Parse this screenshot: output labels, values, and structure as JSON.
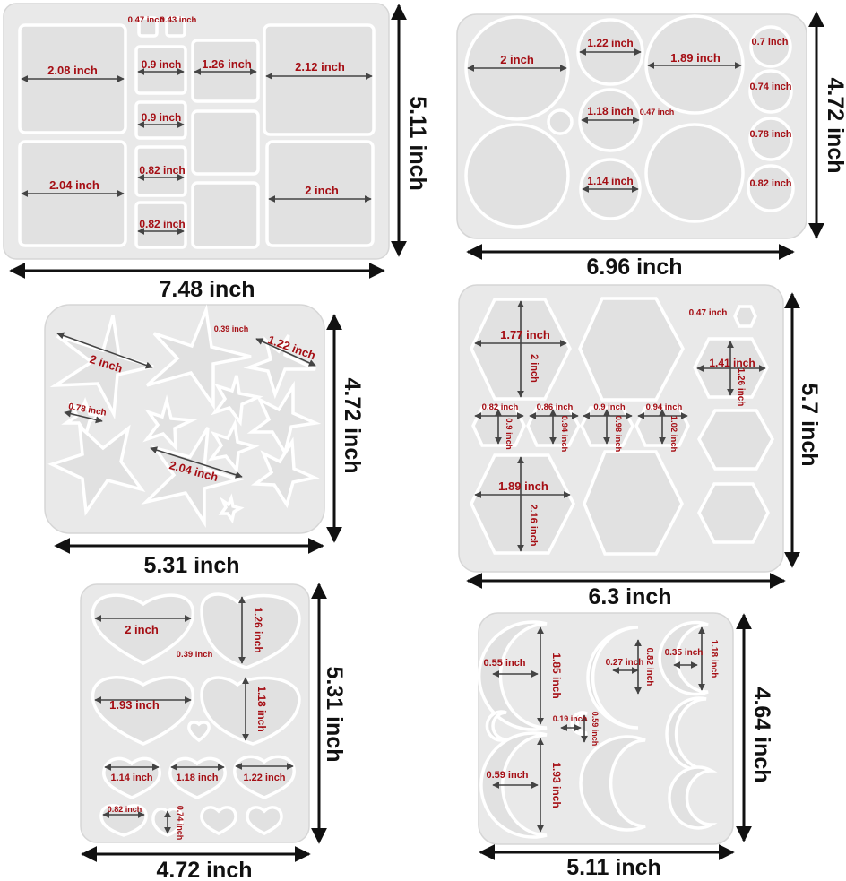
{
  "colors": {
    "label": "#a50e14",
    "dimension": "#111111",
    "mold": "#e6e6e6"
  },
  "square_mold": {
    "width": "7.48 inch",
    "height": "5.11 inch",
    "labels": [
      "2.08 inch",
      "2.04 inch",
      "0.47 inch",
      "0.43 inch",
      "0.9 inch",
      "0.9 inch",
      "0.82 inch",
      "0.82 inch",
      "1.26 inch",
      "2.12 inch",
      "2 inch"
    ]
  },
  "circle_mold": {
    "width": "6.96 inch",
    "height": "4.72 inch",
    "labels": [
      "2 inch",
      "1.22 inch",
      "1.89 inch",
      "0.7 inch",
      "1.18 inch",
      "0.47 inch",
      "0.74 inch",
      "0.78 inch",
      "1.14 inch",
      "0.82 inch"
    ]
  },
  "star_mold": {
    "width": "5.31 inch",
    "height": "4.72 inch",
    "labels": [
      "2 inch",
      "0.39 inch",
      "1.22 inch",
      "0.78 inch",
      "2.04 inch"
    ]
  },
  "hexagon_mold": {
    "width": "6.3 inch",
    "height": "5.7 inch",
    "labels": [
      "1.77 inch",
      "2 inch",
      "0.47 inch",
      "1.41 inch",
      "1.26 inch",
      "0.82 inch",
      "0.9 inch",
      "0.86 inch",
      "0.94 inch",
      "0.9 inch",
      "0.98 inch",
      "0.94 inch",
      "1.02 inch",
      "1.89 inch",
      "2.16 inch"
    ]
  },
  "heart_mold": {
    "width": "4.72 inch",
    "height": "5.31 inch",
    "labels": [
      "2 inch",
      "1.26 inch",
      "0.39 inch",
      "1.93 inch",
      "1.18 inch",
      "1.14 inch",
      "1.18 inch",
      "1.22 inch",
      "0.82 inch",
      "0.74 inch"
    ]
  },
  "moon_mold": {
    "width": "5.11 inch",
    "height": "4.64 inch",
    "labels": [
      "0.55 inch",
      "1.85 inch",
      "0.27 inch",
      "0.82 inch",
      "0.35 inch",
      "1.18 inch",
      "0.19 inch",
      "0.59 inch",
      "0.59 inch",
      "1.93 inch"
    ]
  }
}
